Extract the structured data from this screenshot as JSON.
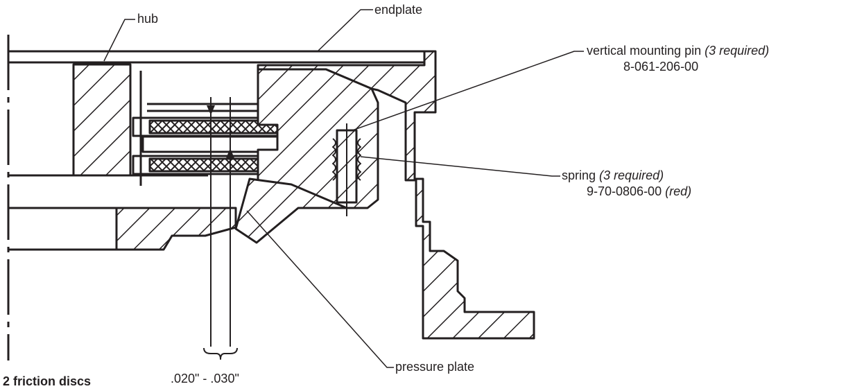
{
  "labels": {
    "hub": "hub",
    "endplate": "endplate",
    "pin_name": "vertical mounting pin",
    "pin_qty": "(3 required)",
    "pin_part": "8-061-206-00",
    "spring_name": "spring",
    "spring_qty": "(3 required)",
    "spring_part": "9-70-0806-00",
    "spring_color": "(red)",
    "pressure_plate": "pressure plate",
    "clearance": ".020\" - .030\"",
    "friction_discs": "2 friction discs"
  },
  "colors": {
    "ink": "#231f20",
    "background": "#ffffff"
  }
}
